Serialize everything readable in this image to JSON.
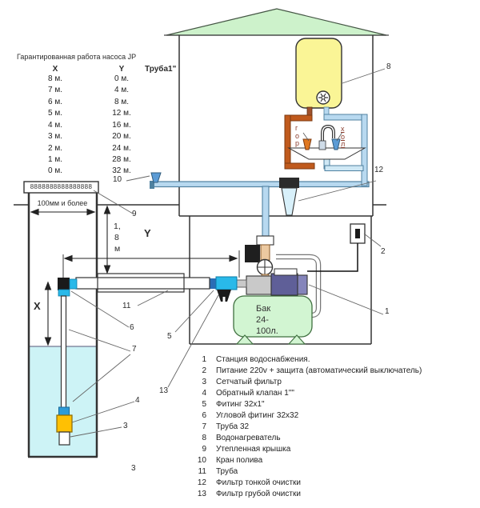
{
  "title": "Гарантированная работа насоса JP",
  "pump_table": {
    "header_x": "X",
    "header_y": "Y",
    "header_pipe": "Труба1\"",
    "rows": [
      {
        "x": "8 м.",
        "y": "0 м."
      },
      {
        "x": "7 м.",
        "y": "4 м."
      },
      {
        "x": "6 м.",
        "y": "8 м."
      },
      {
        "x": "5 м.",
        "y": "12 м."
      },
      {
        "x": "4 м.",
        "y": "16 м."
      },
      {
        "x": "3 м.",
        "y": "20 м."
      },
      {
        "x": "2 м.",
        "y": "24 м."
      },
      {
        "x": "1 м.",
        "y": "28 м."
      },
      {
        "x": "0 м.",
        "y": "32 м."
      }
    ]
  },
  "dimensions": {
    "well_width": "100мм и более",
    "freeze_depth": [
      "1,",
      "8",
      "м"
    ],
    "x_label": "X",
    "y_label": "Y"
  },
  "well": {
    "cap_pattern": "8888888888888888"
  },
  "tank": {
    "lines": [
      "Бак",
      "24-",
      "100л."
    ]
  },
  "sink": {
    "hot": [
      "г",
      "о",
      "р"
    ],
    "cold": [
      "х",
      "о",
      "л"
    ]
  },
  "callouts": {
    "station": "1",
    "power": "2",
    "strainer": "3",
    "strainer_b": "3",
    "check_valve": "4",
    "fitting": "5",
    "elbow": "6",
    "pipe": "7",
    "heater": "8",
    "cover": "9",
    "tap": "10",
    "casing": "11",
    "fine_filter": "12",
    "coarse_filter": "13"
  },
  "legend": {
    "items": [
      {
        "num": "1",
        "text": "Станция водоснабжения."
      },
      {
        "num": "2",
        "text": "Питание 220v + защита (автоматический выключатель)"
      },
      {
        "num": "3",
        "text": "Сетчатый фильтр"
      },
      {
        "num": "4",
        "text": "Обратный клапан 1\"\""
      },
      {
        "num": "5",
        "text": "Фитинг 32х1\""
      },
      {
        "num": "6",
        "text": "Угловой фитинг 32х32"
      },
      {
        "num": "7",
        "text": "Труба 32"
      },
      {
        "num": "8",
        "text": "Водонагреватель"
      },
      {
        "num": "9",
        "text": "Утепленная крышка"
      },
      {
        "num": "10",
        "text": "Кран полива"
      },
      {
        "num": "11",
        "text": "Труба"
      },
      {
        "num": "12",
        "text": "Фильтр тонкой очистки"
      },
      {
        "num": "13",
        "text": "Фильтр грубой очистки"
      }
    ]
  },
  "colors": {
    "roof": "#cdf2cb",
    "heater": "#faf596",
    "tank": "#d2f5d2",
    "water": "#cdf3f6",
    "hot_pipe": "#c05a1d",
    "cold_pipe": "#b8d9f0",
    "cyan_fitting": "#29b9e9",
    "check_valve": "#ffc003",
    "motor": "#5f5f98",
    "pump_body": "#c9c9c9"
  }
}
